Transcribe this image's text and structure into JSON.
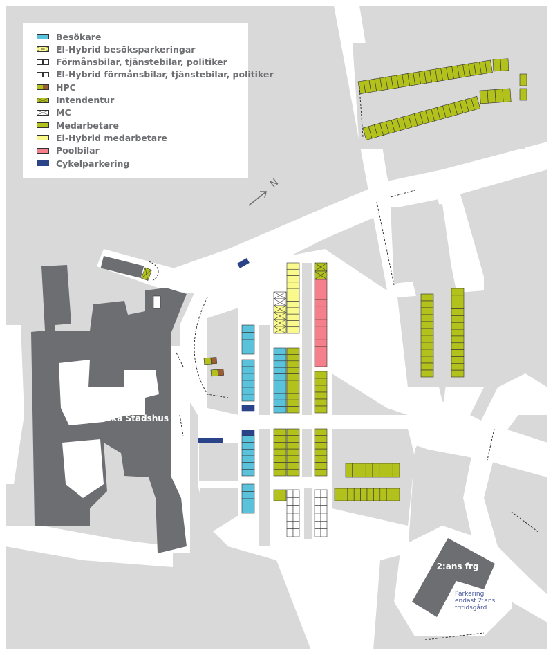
{
  "legend": {
    "items": [
      {
        "label": "Besökare",
        "type": "visitor"
      },
      {
        "label": "El-Hybrid besöksparkeringar",
        "type": "hybrid-visitor"
      },
      {
        "label": "Förmånsbilar, tjänstebilar, politiker",
        "type": "company"
      },
      {
        "label": "El-Hybrid förmånsbilar, tjänstebilar, politiker",
        "type": "hybrid-company"
      },
      {
        "label": "HPC",
        "type": "hpc"
      },
      {
        "label": "Intendentur",
        "type": "intendentur"
      },
      {
        "label": "MC",
        "type": "mc"
      },
      {
        "label": "Medarbetare",
        "type": "staff"
      },
      {
        "label": "El-Hybrid medarbetare",
        "type": "hybrid-staff"
      },
      {
        "label": "Poolbilar",
        "type": "pool"
      },
      {
        "label": "Cykelparkering",
        "type": "bike"
      }
    ]
  },
  "colors": {
    "visitor": "#5bc2dc",
    "hybrid-visitor": "#fafa8c",
    "company": "#ffffff",
    "hybrid-company": "#ffffff",
    "staff": "#b2c11c",
    "hybrid-staff": "#fafa8c",
    "pool": "#f57f8a",
    "bike": "#2b4388",
    "intendentur": "#b2c11c",
    "mc": "#ffffff",
    "hpc-brown": "#9b5e32",
    "building": "#6d6e71",
    "ground": "#d9d9da",
    "road": "#ffffff"
  },
  "compass": {
    "label": "N"
  },
  "buildings": {
    "stadshus": "Nacka Stadshus",
    "frg": "2:ans frg",
    "frg_note": [
      "Parkering",
      "endast 2:ans",
      "fritidsgård"
    ]
  }
}
